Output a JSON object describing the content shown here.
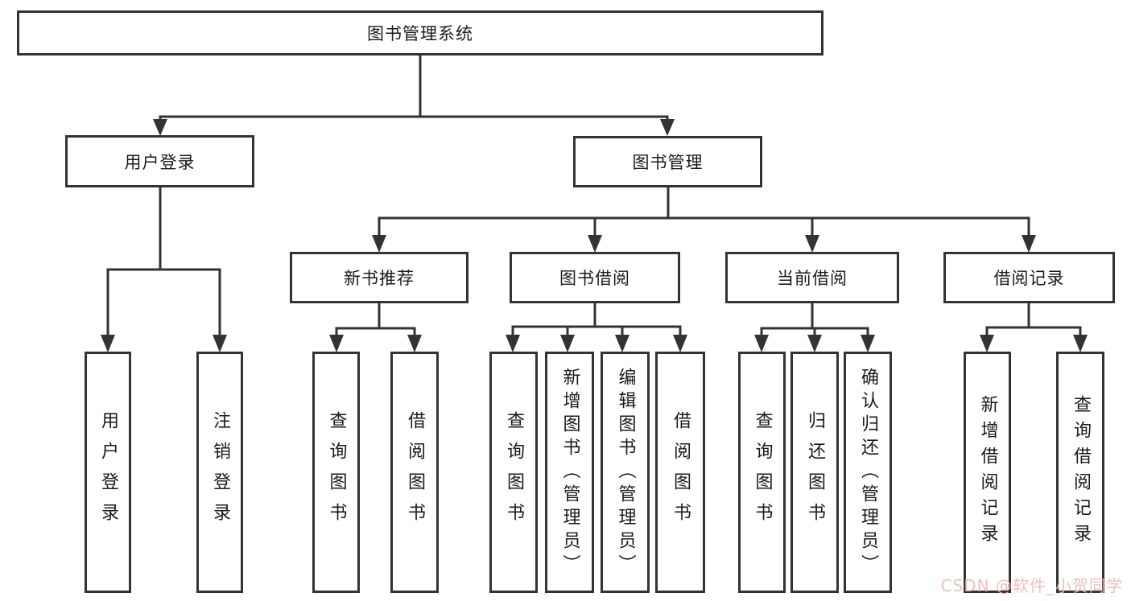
{
  "diagram": {
    "title": "图书管理系统",
    "nodes": {
      "root": "图书管理系统",
      "user_login": "用户登录",
      "book_mgmt": "图书管理",
      "login": "用户登录",
      "logout": "注销登录",
      "new_book": "新书推荐",
      "book_borrow": "图书借阅",
      "current_borrow": "当前借阅",
      "borrow_record": "借阅记录",
      "nb_query": "查询图书",
      "nb_borrow": "借阅图书",
      "bb_query": "查询图书",
      "bb_add": "新增图书（管理员）",
      "bb_edit": "编辑图书（管理员）",
      "bb_borrow": "借阅图书",
      "cb_query": "查询图书",
      "cb_return": "归还图书",
      "cb_confirm": "确认归还（管理员）",
      "br_add": "新增借阅记录",
      "br_query": "查询借阅记录"
    },
    "tree": {
      "图书管理系统": {
        "用户登录": [
          "用户登录",
          "注销登录"
        ],
        "图书管理": {
          "新书推荐": [
            "查询图书",
            "借阅图书"
          ],
          "图书借阅": [
            "查询图书",
            "新增图书（管理员）",
            "编辑图书（管理员）",
            "借阅图书"
          ],
          "当前借阅": [
            "查询图书",
            "归还图书",
            "确认归还（管理员）"
          ],
          "借阅记录": [
            "新增借阅记录",
            "查询借阅记录"
          ]
        }
      }
    },
    "colors": {
      "line": "#333333",
      "box_border": "#333333",
      "box_fill": "#ffffff",
      "text": "#1a1a1a",
      "background": "#ffffff",
      "watermark": "#eeb8b8"
    }
  },
  "watermark": {
    "text": "CSDN @软件_小贺同学"
  }
}
